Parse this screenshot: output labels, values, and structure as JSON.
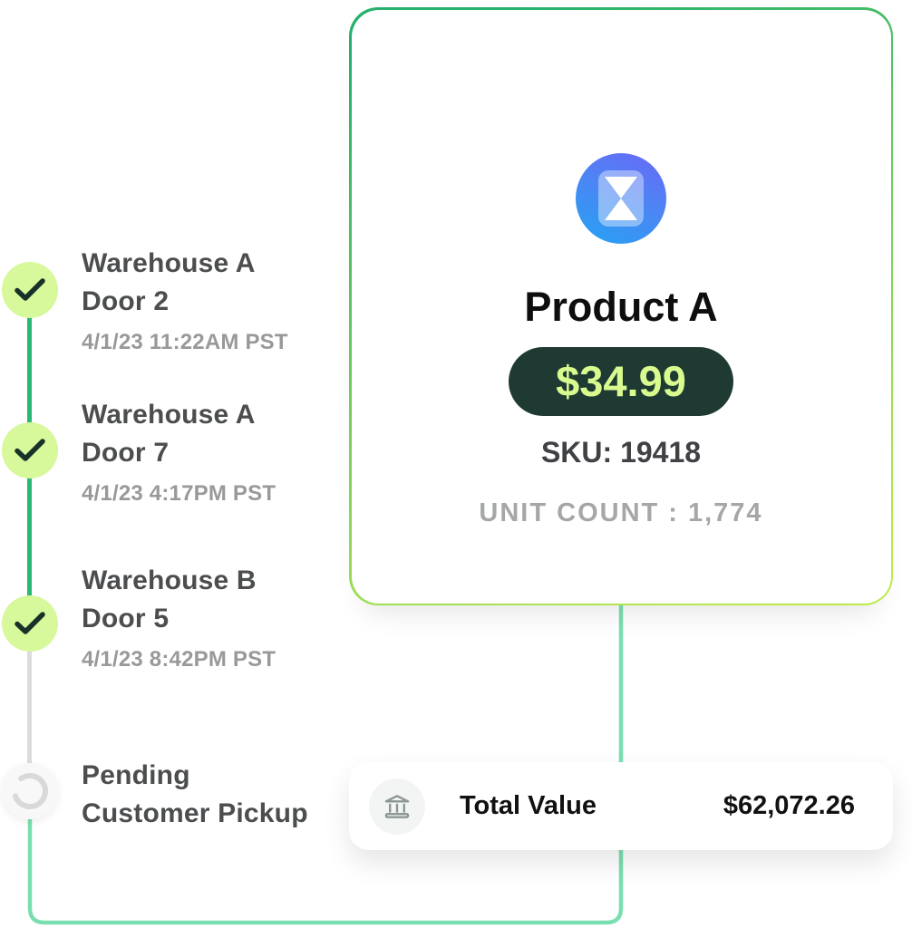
{
  "timeline": {
    "items": [
      {
        "line1": "Warehouse A",
        "line2": "Door 2",
        "timestamp": "4/1/23 11:22AM PST",
        "status": "complete"
      },
      {
        "line1": "Warehouse A",
        "line2": "Door 7",
        "timestamp": "4/1/23 4:17PM PST",
        "status": "complete"
      },
      {
        "line1": "Warehouse B",
        "line2": "Door 5",
        "timestamp": "4/1/23 8:42PM PST",
        "status": "complete"
      },
      {
        "line1": "Pending",
        "line2": "Customer Pickup",
        "timestamp": "",
        "status": "pending"
      }
    ]
  },
  "product_card": {
    "icon": "hourglass-icon",
    "title": "Product A",
    "price": "$34.99",
    "sku": "SKU: 19418",
    "unit_count": "UNIT COUNT : 1,774"
  },
  "total_card": {
    "icon": "bank-icon",
    "label": "Total Value",
    "value": "$62,072.26"
  },
  "colors": {
    "timeline_complete_line": "#2bb873",
    "timeline_pending_line": "#dcdcdc",
    "flow_line_mint": "#7adfb0",
    "check_circle_bg": "#d7f89b",
    "check_mark": "#18322a",
    "card_border_gradient_start": "#28b16e",
    "card_border_gradient_end": "#bdea4b",
    "price_pill_bg": "#1f3a32",
    "price_text": "#d8fa8e",
    "product_icon_gradient_start": "#6a68f6",
    "product_icon_gradient_end": "#25a3f2"
  }
}
